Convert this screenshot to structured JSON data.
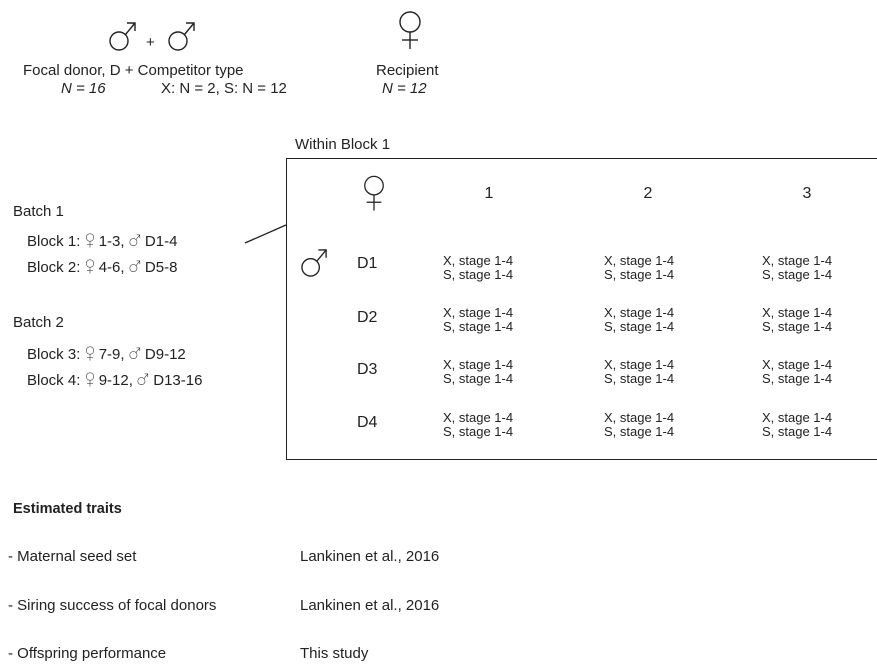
{
  "header": {
    "plus": "+",
    "focal_label": "Focal donor, D + Competitor type",
    "focal_n": "N = 16",
    "competitor_n": "X: N = 2, S: N = 12",
    "recipient_label": "Recipient",
    "recipient_n": "N = 12"
  },
  "batches": [
    {
      "label": "Batch 1",
      "blocks": [
        {
          "name": "Block 1:",
          "female": "1-3,",
          "male": "D1-4"
        },
        {
          "name": "Block 2:",
          "female": "4-6,",
          "male": "D5-8"
        }
      ]
    },
    {
      "label": "Batch 2",
      "blocks": [
        {
          "name": "Block 3:",
          "female": "7-9,",
          "male": "D9-12"
        },
        {
          "name": "Block 4:",
          "female": "9-12,",
          "male": "D13-16"
        }
      ]
    }
  ],
  "block_table": {
    "title": "Within Block 1",
    "columns": [
      "1",
      "2",
      "3"
    ],
    "rows": [
      "D1",
      "D2",
      "D3",
      "D4"
    ],
    "cell_line1": "X, stage 1-4",
    "cell_line2": "S, stage 1-4"
  },
  "traits": {
    "heading": "Estimated traits",
    "items": [
      {
        "trait": "- Maternal seed set",
        "source": "Lankinen et al., 2016"
      },
      {
        "trait": "- Siring success of focal donors",
        "source": "Lankinen et al., 2016"
      },
      {
        "trait": "- Offspring performance",
        "source": "This study"
      }
    ]
  },
  "symbols": {
    "male": "male-symbol",
    "female": "female-symbol",
    "color": "#222222",
    "frame": "#222222"
  }
}
